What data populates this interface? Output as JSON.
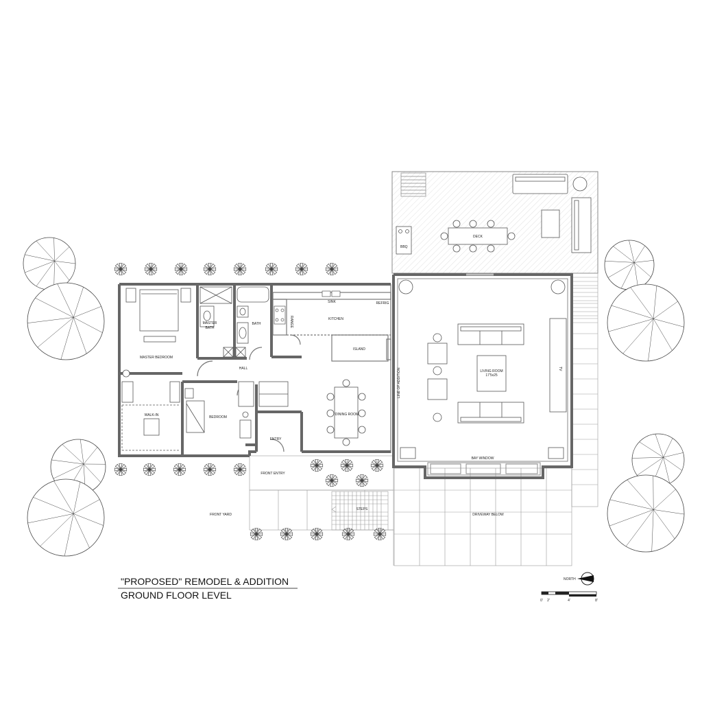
{
  "title": {
    "line1": "\"PROPOSED\" REMODEL & ADDITION",
    "line2": "GROUND FLOOR LEVEL"
  },
  "rooms": {
    "master_bedroom": "MASTER BEDROOM",
    "master_bath_1": "MASTER",
    "master_bath_2": "BATH",
    "bath": "BATH",
    "kitchen": "KITCHEN",
    "sink": "SINK",
    "refrig": "REFRIG",
    "range": "RANGE",
    "island": "ISLAND",
    "hall": "HALL",
    "walk_in": "WALK-IN",
    "bedroom": "BEDROOM",
    "dining_room": "DINING ROOM",
    "entry": "ENTRY",
    "front_entry": "FRONT ENTRY",
    "line_of_addition": "LINE OF ADDITION",
    "living_room_1": "LIVING ROOM",
    "living_room_2": "17'5x25",
    "tv": "TV",
    "bay_window": "BAY WINDOW",
    "deck": "DECK",
    "bbq": "BBQ",
    "front_yard": "FRONT YARD",
    "steps": "STEPS",
    "driveway_below": "DRIVEWAY BELOW"
  },
  "north": "NORTH",
  "scale_bar": [
    "0'",
    "2'",
    "4'",
    "8'"
  ],
  "colors": {
    "line": "#555555",
    "wall": "#666666",
    "light": "#999999",
    "deck_hatch": "#dddddd"
  }
}
